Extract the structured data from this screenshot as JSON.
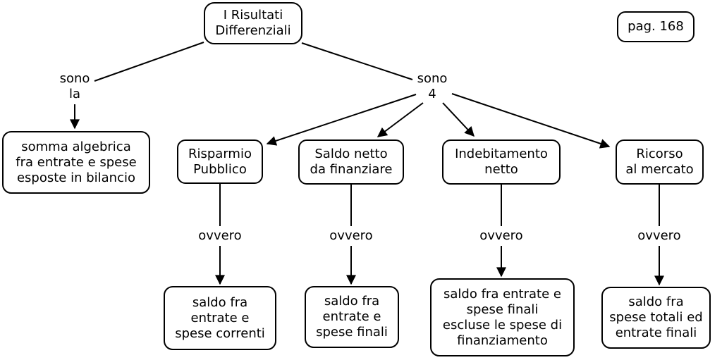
{
  "diagram": {
    "page_ref": "pag. 168",
    "root": {
      "label": "I Risultati\nDifferenziali"
    },
    "left_branch": {
      "link_label": "sono\nla",
      "definition": "somma algebrica\nfra entrate e spese\nesposte in bilancio"
    },
    "right_branch": {
      "link_label": "sono\n4",
      "items": [
        {
          "name": "Risparmio\nPubblico",
          "link_label": "ovvero",
          "definition": "saldo fra\nentrate e\nspese correnti"
        },
        {
          "name": "Saldo netto\nda finanziare",
          "link_label": "ovvero",
          "definition": "saldo fra\nentrate e\nspese finali"
        },
        {
          "name": "Indebitamento\nnetto",
          "link_label": "ovvero",
          "definition": "saldo fra entrate e\nspese finali\nescluse le spese di\nfinanziamento"
        },
        {
          "name": "Ricorso\nal mercato",
          "link_label": "ovvero",
          "definition": "saldo fra\nspese totali ed\nentrate finali"
        }
      ]
    },
    "colors": {
      "stroke": "#000000",
      "background": "#ffffff",
      "box_fill": "#ffffff"
    }
  }
}
